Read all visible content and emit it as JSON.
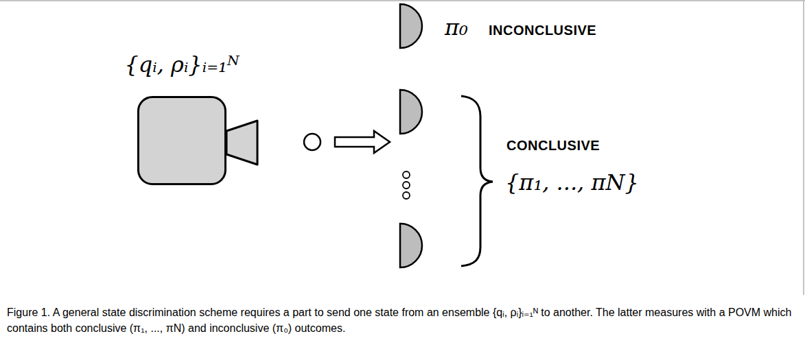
{
  "diagram": {
    "caption": "Figure 1. A general state discrimination scheme requires a part to send one state from an ensemble {qᵢ, ρᵢ}ᵢ₌₁ᴺ to another. The latter measures with a POVM which contains both conclusive (π₁, ..., πN) and inconclusive (π₀) outcomes.",
    "nodes": [
      {
        "text": [
          "{qᵢ, ρᵢ}ᵢ₌₁ᴺ"
        ]
      }
    ],
    "labels": [
      "π₀",
      "INCONCLUSIVE",
      "CONCLUSIVE",
      "{π₁, ..., πN}"
    ]
  }
}
